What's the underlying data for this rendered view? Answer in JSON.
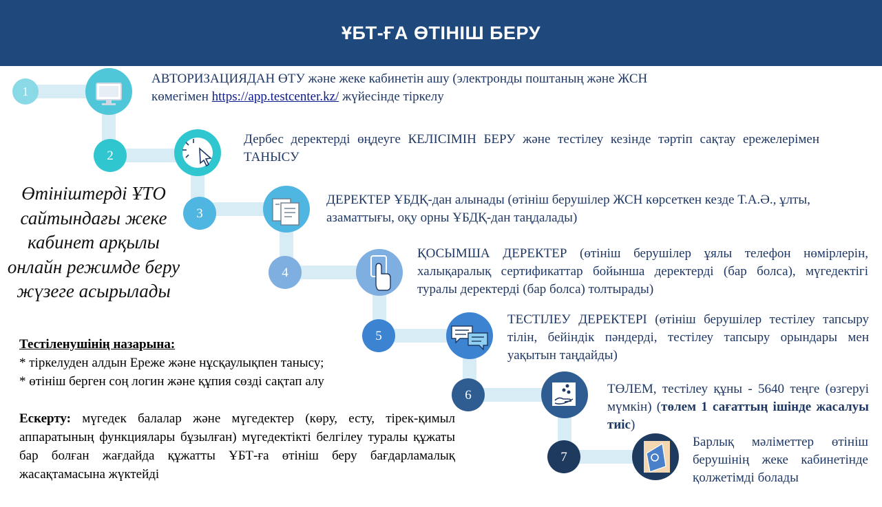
{
  "header": {
    "title": "ҰБТ-ҒА ӨТІНІШ БЕРУ"
  },
  "steps": [
    {
      "num": "1",
      "icon": "monitor-icon",
      "color": "#4fc7d9",
      "text_before": "АВТОРИЗАЦИЯДАН ӨТУ және жеке кабинетін ашу (электронды поштаның және ЖСН көмегімен ",
      "link": "https://app.testcenter.kz/",
      "text_after": " жүйесінде тіркелу"
    },
    {
      "num": "2",
      "icon": "cursor-click-icon",
      "color": "#2fc6cf",
      "text": "Дербес деректерді өңдеуге КЕЛІСІМІН БЕРУ және тестілеу кезінде тәртіп сақтау ережелерімен ТАНЫСУ"
    },
    {
      "num": "3",
      "icon": "documents-icon",
      "color": "#4fb5e1",
      "text": "ДЕРЕКТЕР ҰБДҚ-дан алынады (өтініш берушілер ЖСН көрсеткен кезде Т.А.Ә., ұлты, азаматтығы, оқу орны ҰБДҚ-дан таңдалады)"
    },
    {
      "num": "4",
      "icon": "touch-hand-icon",
      "color": "#7faee0",
      "text": "ҚОСЫМША ДЕРЕКТЕР (өтініш берушілер ұялы телефон нөмірлерін, халықаралық сертификаттар бойынша деректерді (бар болса), мүгедектігі туралы деректерді (бар болса) толтырады)"
    },
    {
      "num": "5",
      "icon": "chat-bubbles-icon",
      "color": "#3c84d2",
      "text": "ТЕСТІЛЕУ ДЕРЕКТЕРІ (өтініш берушілер тестілеу тапсыру тілін, бейіндік пәндерді, тестілеу тапсыру орындары мен уақытын таңдайды)"
    },
    {
      "num": "6",
      "icon": "payment-hand-icon",
      "color": "#2f5d91",
      "text_before": "ТӨЛЕМ, тестілеу құны - 5640 теңге (өзгеруі мүмкін) (",
      "bold": "төлем 1 сағаттың ішінде жасалуы тиіс",
      "text_after": ")"
    },
    {
      "num": "7",
      "icon": "email-icon",
      "color": "#1e3a5f",
      "text": "Барлық мәліметтер өтініш берушінің жеке кабинетінде қолжетімді болады"
    }
  ],
  "side_note": "Өтініштерді ҰТО сайтындағы жеке кабинет арқылы онлайн режимде беру жүзеге асырылады",
  "attention": {
    "title": "Тестіленушінің назарына:",
    "items": [
      "* тіркелуден алдын Ереже және нұсқаулықпен танысу;",
      "* өтініш берген соң логин және құпия сөзді сақтап алу"
    ]
  },
  "note": {
    "label": "Ескерту:",
    "text": " мүгедек балалар және мүгедектер (көру, есту, тірек-қимыл аппаратының функциялары бұзылған) мүгедектікті белгілеу туралы құжаты бар болған жағдайда құжатты ҰБТ-ға өтініш беру бағдарламалық жасақтамасына жүктейді"
  },
  "colors": {
    "header_bg": "#1f497d",
    "step_text": "#1f3864"
  }
}
